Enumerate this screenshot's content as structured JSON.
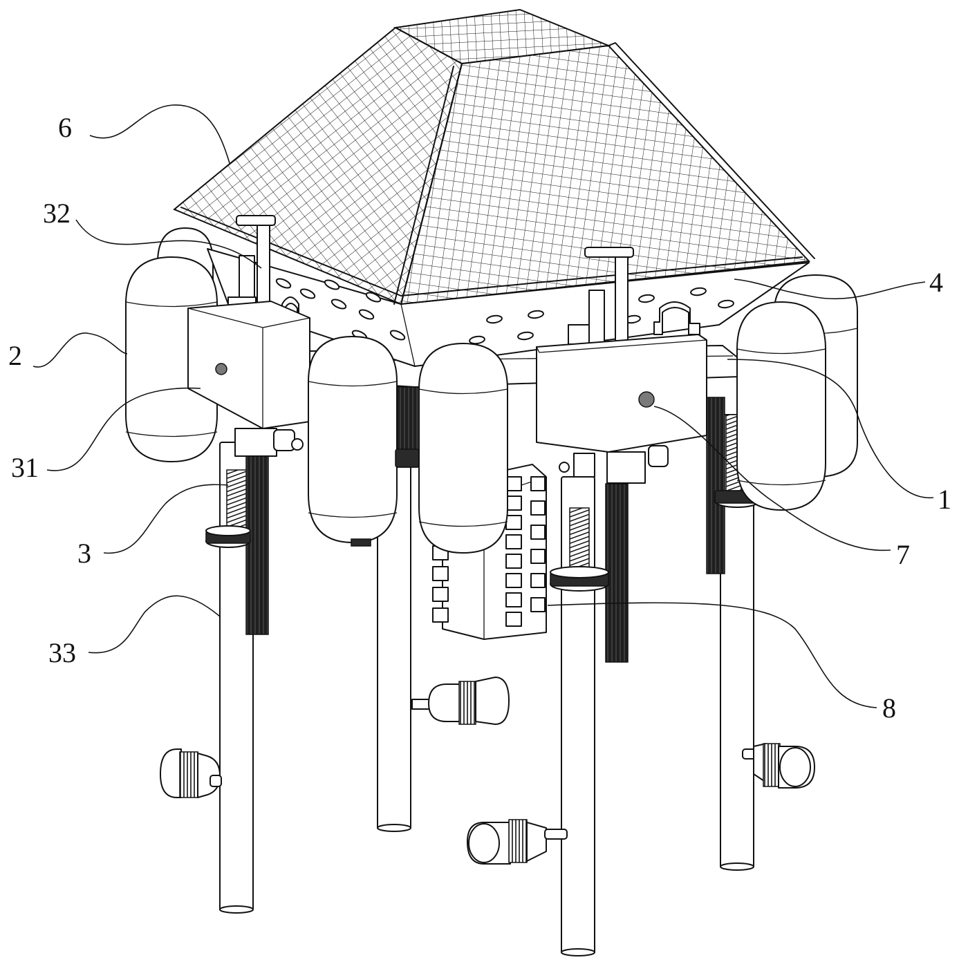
{
  "figure": {
    "labels": [
      {
        "id": "label-6",
        "text": "6"
      },
      {
        "id": "label-32",
        "text": "32"
      },
      {
        "id": "label-2",
        "text": "2"
      },
      {
        "id": "label-31",
        "text": "31"
      },
      {
        "id": "label-3",
        "text": "3"
      },
      {
        "id": "label-33",
        "text": "33"
      },
      {
        "id": "label-4",
        "text": "4"
      },
      {
        "id": "label-1",
        "text": "1"
      },
      {
        "id": "label-7",
        "text": "7"
      },
      {
        "id": "label-8",
        "text": "8"
      }
    ]
  },
  "colors": {
    "line": "#111111",
    "background": "#ffffff",
    "dark_part": "#2a2a2a",
    "indicator": "#7a7a7a"
  }
}
